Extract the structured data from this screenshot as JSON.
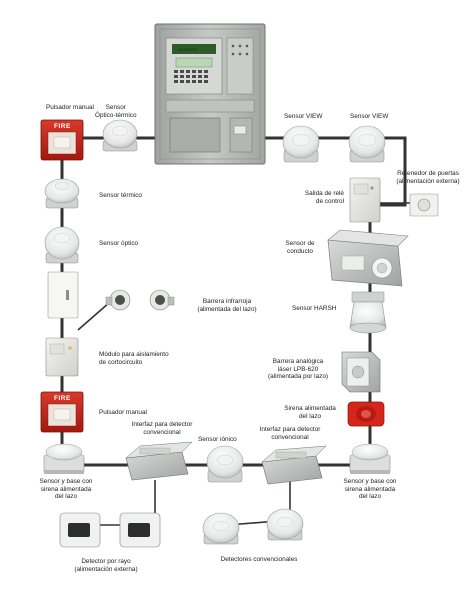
{
  "panel": {
    "brand": "NOTIFIER"
  },
  "labels": {
    "pulsador_top": "Pulsador manual",
    "sensor_optico_termico": "Sensor\nÓptico-térmico",
    "sensor_view_1": "Sensor VIEW",
    "sensor_view_2": "Sensor VIEW",
    "sensor_termico": "Sensor térmico",
    "salida_rele": "Salida de relé\nde control",
    "retenedor": "Retenedor de puertas\n(alimentación externa)",
    "sensor_optico": "Sensor óptico",
    "sensor_conducto": "Sensor de\nconducto",
    "barrera_ir": "Barrera infrarroja\n(alimentada del lazo)",
    "sensor_harsh": "Sensor HARSH",
    "modulo_aislamiento": "Módulo para aislamiento\nde cortocircuito",
    "barrera_laser": "Barrera analógica\nláser LPB-620\n(alimentada por lazo)",
    "pulsador_bottom": "Pulsador manual",
    "sirena": "Sirena alimentada\ndel lazo",
    "interfaz_1": "Interfaz para detector\nconvencional",
    "sensor_ionico": "Sensor iónico",
    "interfaz_2": "Interfaz para detector\nconvencional",
    "sensor_base_left": "Sensor y base con\nsirena alimentada\ndel lazo",
    "sensor_base_right": "Sensor y base con\nsirena alimentada\ndel lazo",
    "detector_rayo": "Detector por rayo\n(alimentación externa)",
    "detectores_conv": "Detectores convencionales"
  },
  "device_text": {
    "fire_top": "FIRE",
    "fire_bottom": "FIRE"
  },
  "colors": {
    "loop": "#333333",
    "fire": "#c8231d",
    "panel": "#b7bbb8",
    "siren": "#d4261b"
  }
}
